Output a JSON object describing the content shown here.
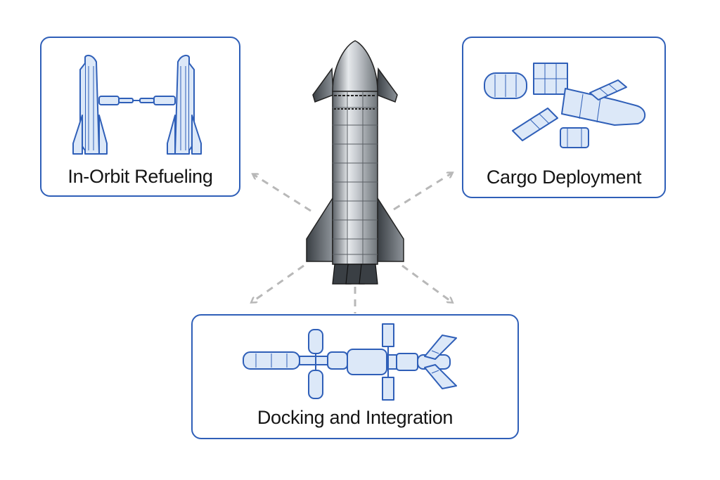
{
  "diagram": {
    "center_node": {
      "icon": "rocket-icon"
    },
    "nodes": [
      {
        "id": "refuel",
        "label": "In-Orbit Refueling",
        "icon": "refueling-ships-icon"
      },
      {
        "id": "cargo",
        "label": "Cargo Deployment",
        "icon": "satellite-deploy-icon"
      },
      {
        "id": "docking",
        "label": "Docking and Integration",
        "icon": "space-station-icon"
      }
    ],
    "connector_style": "dashed-arrow",
    "colors": {
      "card_border": "#2f5fb8",
      "icon_fill": "#dce8f8",
      "icon_stroke": "#2f5fb8",
      "rocket_body": "#9aa1a8",
      "arrow": "#b8b8b8"
    }
  }
}
